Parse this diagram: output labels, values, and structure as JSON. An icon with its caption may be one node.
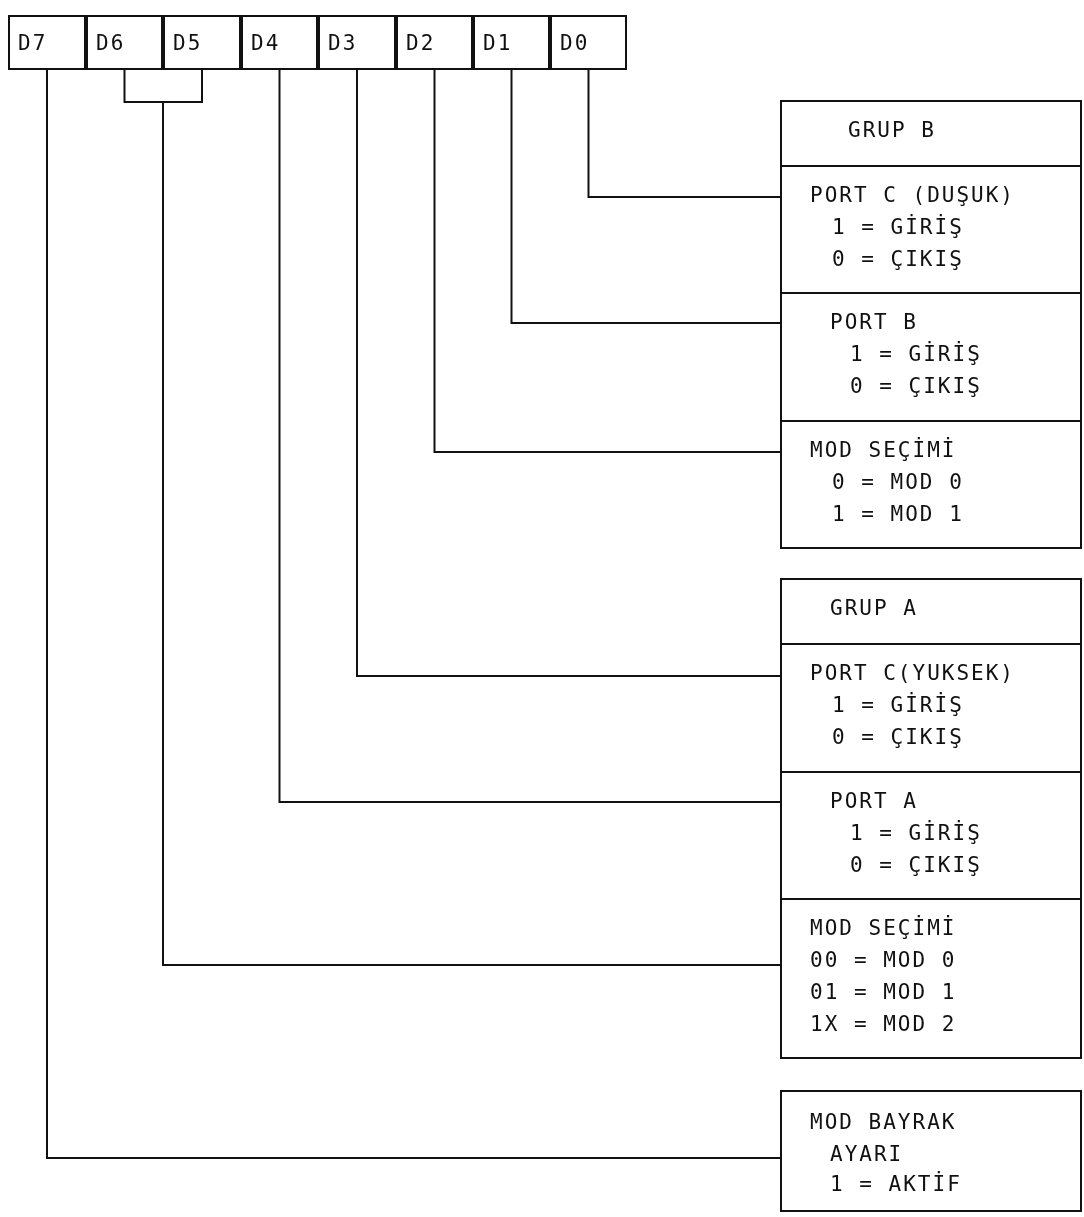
{
  "diagram": {
    "nodes": [
      {
        "text": [
          "D7"
        ]
      },
      {
        "text": [
          "D6"
        ]
      },
      {
        "text": [
          "D5"
        ]
      },
      {
        "text": [
          "D4"
        ]
      },
      {
        "text": [
          "D3"
        ]
      },
      {
        "text": [
          "D2"
        ]
      },
      {
        "text": [
          "D1"
        ]
      },
      {
        "text": [
          "D0"
        ]
      },
      {
        "text": [
          "GRUP B"
        ]
      },
      {
        "text": [
          "PORT C (DUŞUK)",
          "1 = GİRİŞ",
          "0 = ÇIKIŞ"
        ],
        "in": 8
      },
      {
        "text": [
          "PORT B",
          "1 = GİRİŞ",
          "0 = ÇIKIŞ"
        ],
        "in": 8
      },
      {
        "text": [
          "MOD SEÇİMİ",
          "0 = MOD 0",
          "1 = MOD 1"
        ],
        "in": 8
      },
      {
        "text": [
          "GRUP A"
        ]
      },
      {
        "text": [
          "PORT C(YUKSEK)",
          "1 = GİRİŞ",
          "0 = ÇIKIŞ"
        ],
        "in": 12
      },
      {
        "text": [
          "PORT A",
          "1 = GİRİŞ",
          "0 = ÇIKIŞ"
        ],
        "in": 12
      },
      {
        "text": [
          "MOD SEÇİMİ",
          "00 = MOD 0",
          "01 = MOD 1",
          "1X = MOD 2"
        ],
        "in": 12
      },
      {
        "text": [
          "MOD BAYRAK AYARI",
          "1 = AKTİF"
        ]
      }
    ],
    "edges": [
      {
        "from": 7,
        "to": 9,
        "arrow": "none"
      },
      {
        "from": 6,
        "to": 10,
        "arrow": "none"
      },
      {
        "from": 5,
        "to": 11,
        "arrow": "none"
      },
      {
        "from": 4,
        "to": 13,
        "arrow": "none"
      },
      {
        "from": 3,
        "to": 14,
        "arrow": "none"
      },
      {
        "from": 2,
        "to": 15,
        "arrow": "none"
      },
      {
        "from": 1,
        "to": 15,
        "arrow": "none"
      },
      {
        "from": 0,
        "to": 16,
        "arrow": "none"
      }
    ]
  }
}
